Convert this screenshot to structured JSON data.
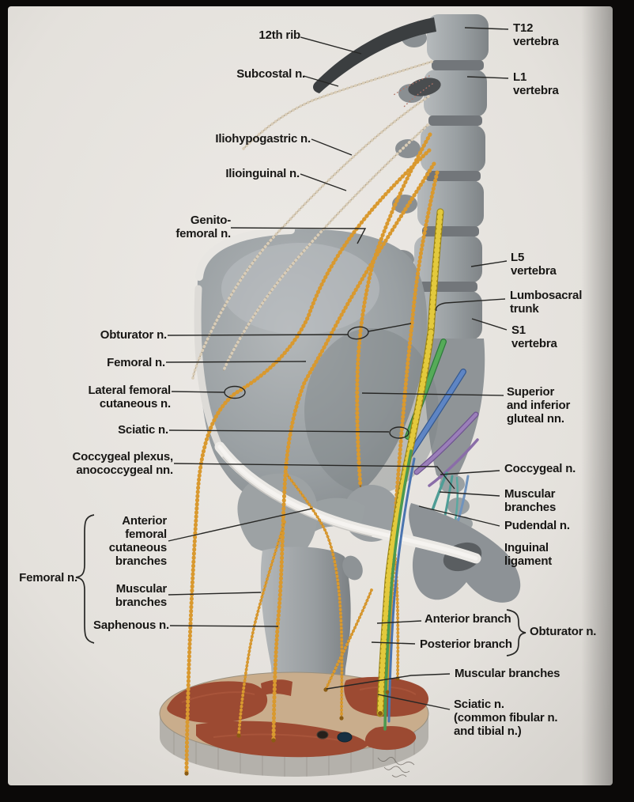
{
  "figure": {
    "subject": "Lumbosacral plexus anatomy diagram",
    "palette": {
      "page_background": "#e7e4df",
      "frame_black": "#0b0908",
      "bone_gray": "#9aa0a3",
      "nerve_orange": "#d9992f",
      "nerve_yellow": "#e3c93c",
      "root_green": "#55ab58",
      "root_blue": "#5e85c4",
      "root_purple": "#9b7fba",
      "root_teal": "#4f9d96",
      "muscle_red": "#9c4a32",
      "label_text": "#181715"
    }
  },
  "labels_left": {
    "rib12": "12th rib",
    "subcostal": "Subcostal n.",
    "iliohypogastric": "Iliohypogastric n.",
    "ilioinguinal": "Ilioinguinal n.",
    "genitofemoral": "Genito-\nfemoral n.",
    "obturator": "Obturator n.",
    "femoral": "Femoral n.",
    "lat_fem_cut": "Lateral femoral\ncutaneous n.",
    "sciatic": "Sciatic n.",
    "coccygeal_plexus": "Coccygeal plexus,\nanococcygeal nn."
  },
  "femoral_group": {
    "title": "Femoral n.",
    "ant_fem_cut": "Anterior\nfemoral\ncutaneous\nbranches",
    "muscular": "Muscular\nbranches",
    "saphenous": "Saphenous n."
  },
  "labels_right": {
    "t12": "T12\nvertebra",
    "l1": "L1\nvertebra",
    "l5": "L5\nvertebra",
    "lumbosacral_trunk": "Lumbosacral\ntrunk",
    "s1": "S1\nvertebra",
    "gluteal": "Superior\nand inferior\ngluteal nn.",
    "coccygeal": "Coccygeal n.",
    "muscular_upper": "Muscular\nbranches",
    "pudendal": "Pudendal n.",
    "inguinal_ligament": "Inguinal\nligament"
  },
  "obturator_group": {
    "anterior": "Anterior branch",
    "posterior": "Posterior branch",
    "title": "Obturator n."
  },
  "labels_bottom_right": {
    "muscular": "Muscular branches",
    "sciatic": "Sciatic n.\n(common fibular n.\nand tibial n.)"
  }
}
